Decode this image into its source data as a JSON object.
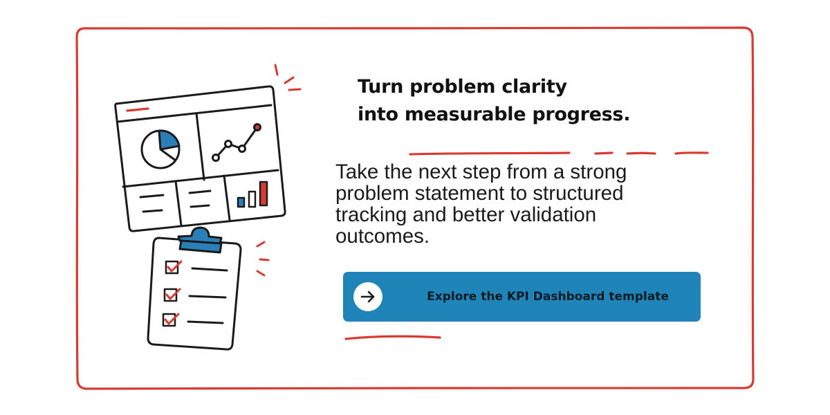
{
  "headline": {
    "line1": "Turn problem clarity",
    "line2": "into measurable progress."
  },
  "body": {
    "line1": "Take the next step from a strong",
    "line2": "problem statement to structured",
    "line3": "tracking and better validation",
    "line4": "outcomes."
  },
  "cta": {
    "label": "Explore the KPI Dashboard template",
    "icon": "arrow-right-icon"
  },
  "colors": {
    "frame": "#d63a33",
    "accent_red": "#d63a33",
    "button_blue": "#1f84b8",
    "ink": "#1a1a1a"
  },
  "illustration": {
    "dashboard_icon": "dashboard-icon",
    "pie_icon": "pie-chart-icon",
    "line_icon": "line-chart-icon",
    "bar_icon": "bar-chart-icon",
    "clipboard_icon": "clipboard-icon",
    "checkbox_icon": "checkbox-icon"
  }
}
